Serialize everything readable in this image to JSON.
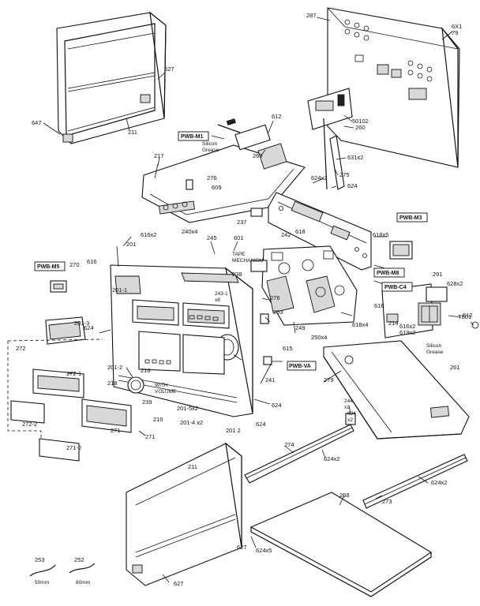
{
  "labels": {
    "l287": "287",
    "l6x1": "6X1\n79",
    "l211a": "211",
    "l627a": "627",
    "l647": "647",
    "l612a": "612",
    "l50102": "50102",
    "l260a": "260",
    "lpwbm1": "PWB-M1",
    "lsilicon1": "Silicon\nGrease",
    "l260b": "260",
    "l631x2": "631x2",
    "l217": "217",
    "l275a": "275",
    "l276a": "276",
    "l609": "609",
    "l624x2a": "624x2",
    "l624a": "624",
    "l240x4": "240x4",
    "l237": "237",
    "lpwbm3": "PWB-M3",
    "l618x5": "618x5",
    "l616x2": "616x2",
    "l201a": "201",
    "l245": "245",
    "l601": "601",
    "ltape": "TAPE\nMECHANISM",
    "l242": "242",
    "l618a": "618",
    "lpwbm8": "PWB-M8",
    "lpwbm5": "PWB-M5",
    "l270": "270",
    "l616a": "616",
    "l201_1": "201-1",
    "l238": "238",
    "l2431": "243-1\nx8",
    "lpwbc4": "PWB-C4",
    "l291": "291",
    "l628x2": "628x2",
    "l201_3": "201-3",
    "l624b": "624",
    "l276b": "276",
    "l203": "203",
    "l249": "249",
    "l250x4": "250x4",
    "l618x4": "618x4",
    "l616b": "616",
    "l214": "214",
    "lt801": "T801",
    "l612b": "612",
    "l615": "615",
    "l272": "272",
    "l201_2": "201-2",
    "l218": "218",
    "l216": "216",
    "lwithvol": "WITH\nVOLUME",
    "l239": "239",
    "lpwbva": "PWB-VA",
    "l241": "241",
    "l279": "279",
    "l616x2b": "616x2",
    "l619x2": "619x2",
    "lsilicon2": "Silicon\nGrease",
    "l261": "261",
    "l272_1": "272-1",
    "l271": "271",
    "l201_5": "201-5x2",
    "l201_4": "201-4 x2",
    "l624c": "624",
    "l244": "244\nx2",
    "l624x2b": "624\nx2",
    "l272_2": "272-2",
    "l271_2": "271-2",
    "l210": "210",
    "l271b": "271",
    "l2012": "201 2",
    "l624d": "624",
    "l274": "274",
    "l624x2c": "624x2",
    "l211b": "211",
    "l268": "268",
    "l273": "273",
    "l624x2d": "624x2",
    "l253": "253",
    "l252": "252",
    "l627b": "627",
    "l624x5": "624x5",
    "l627c": "627",
    "l50mm": "50mm",
    "l80mm": "80mm"
  }
}
